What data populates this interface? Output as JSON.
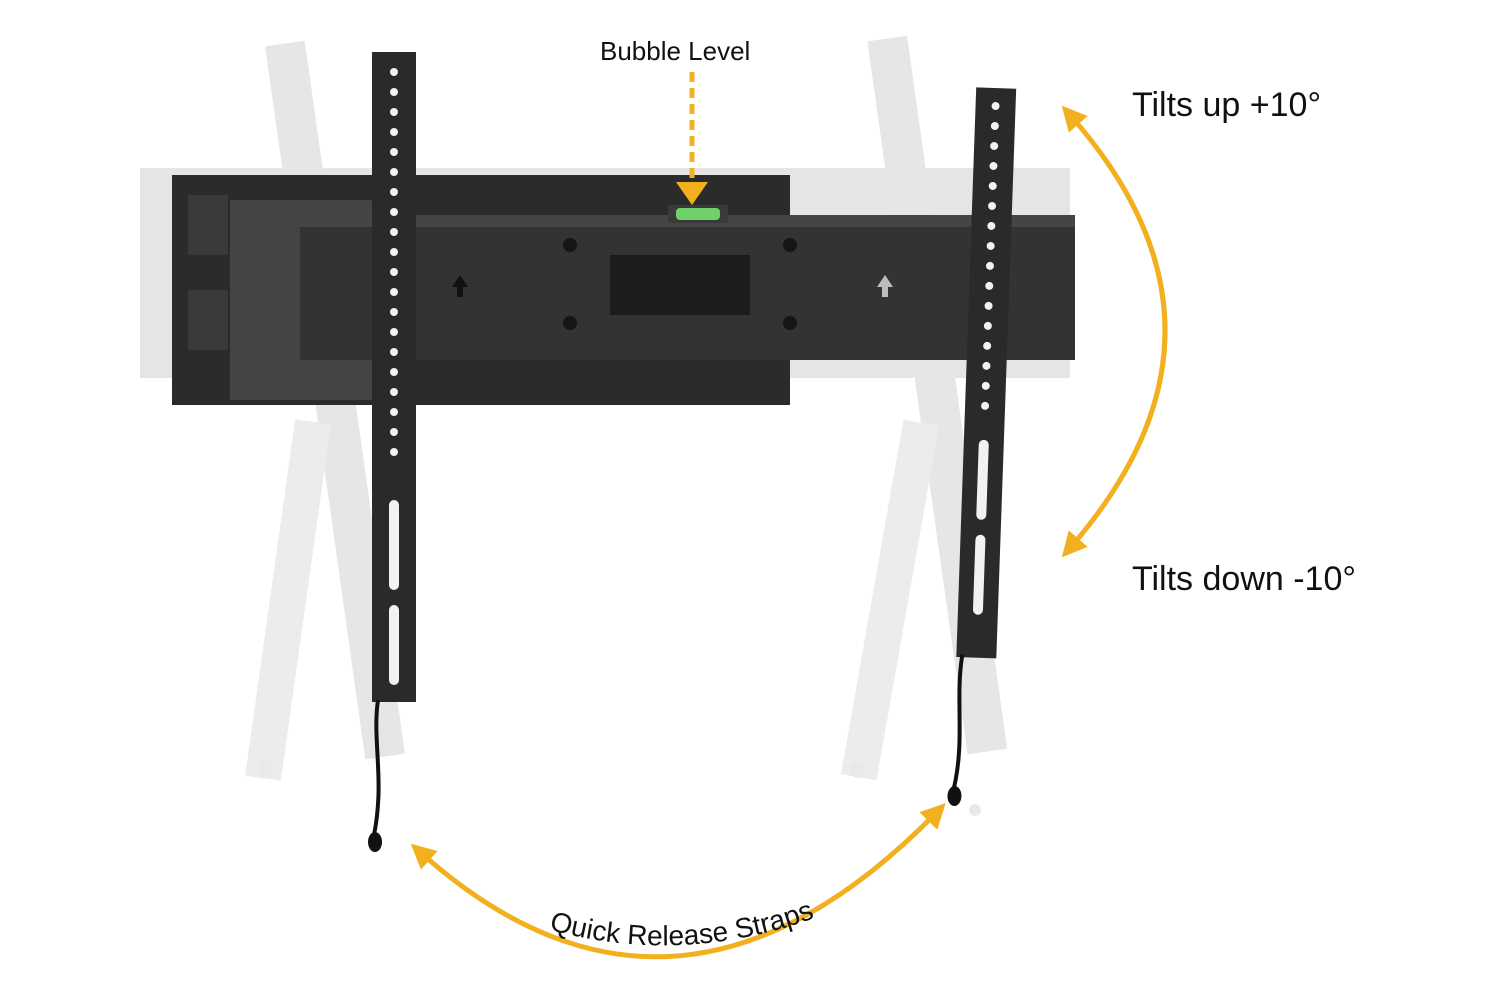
{
  "labels": {
    "bubble_level": "Bubble Level",
    "tilt_up": "Tilts up +10°",
    "tilt_down": "Tilts down -10°",
    "quick_release": "Quick Release Straps"
  },
  "colors": {
    "accent_arrow": "#F2B01E",
    "bracket": "#2A2A2A",
    "bracket_ghost": "#D6D6D6",
    "level_vial": "#6FD16A"
  }
}
